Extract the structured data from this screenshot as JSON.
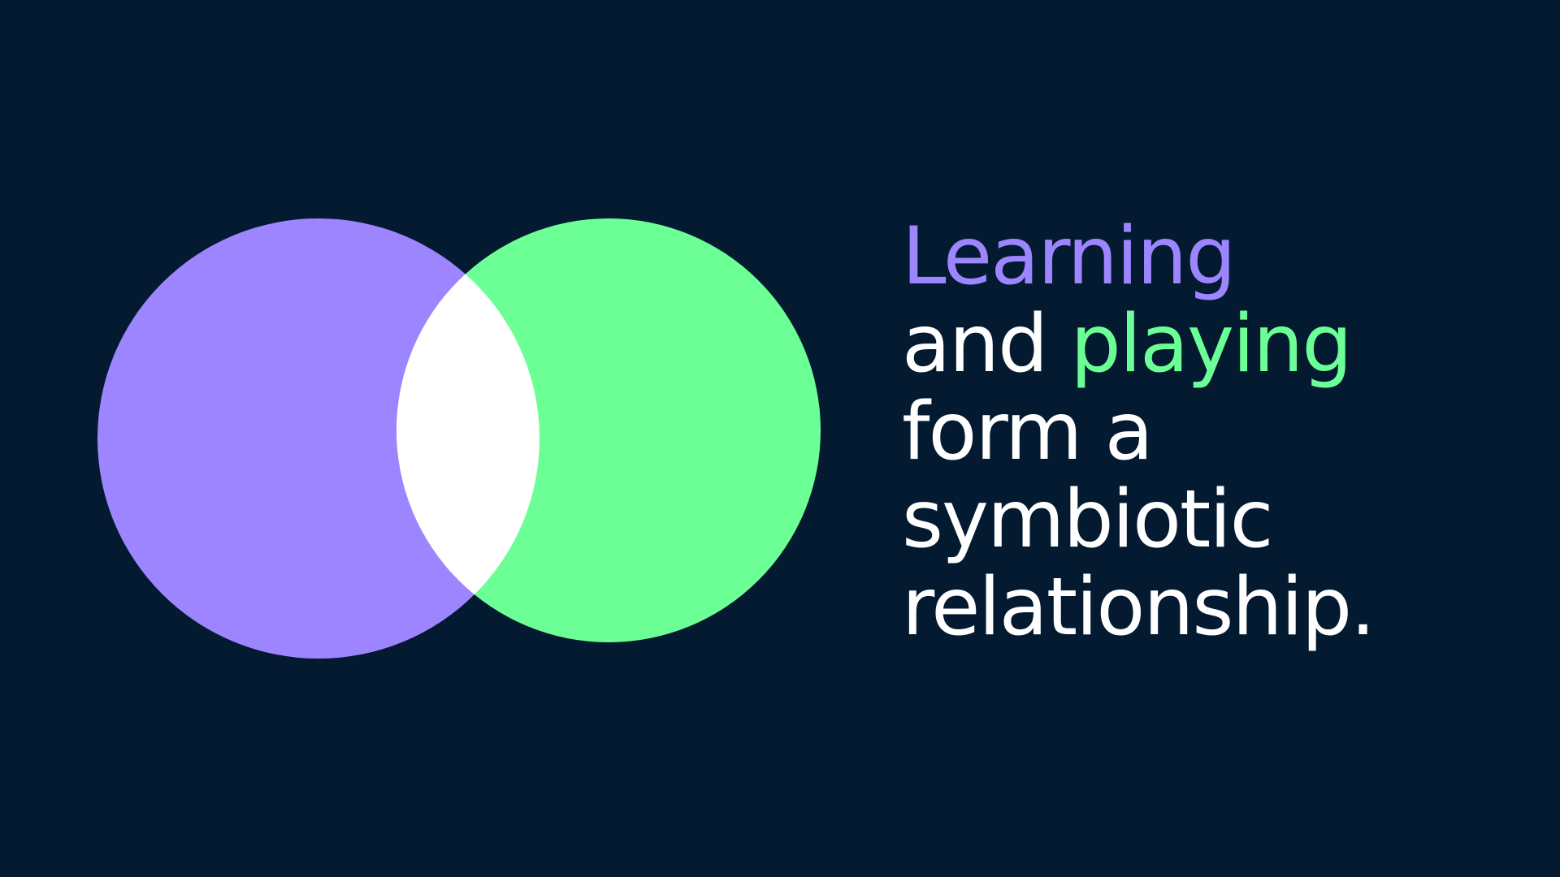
{
  "colors": {
    "background": "#041a31",
    "purple": "#9d85ff",
    "green": "#6cff96",
    "overlap": "#ffffff",
    "text": "#ffffff"
  },
  "diagram": {
    "type": "venn",
    "sets": [
      {
        "color": "#9d85ff"
      },
      {
        "color": "#6cff96"
      }
    ],
    "intersection_color": "#ffffff"
  },
  "headline": {
    "word_learning": "Learning",
    "word_and": "and ",
    "word_playing": "playing",
    "line_3": "form a",
    "line_4": "symbiotic",
    "line_5": "relationship."
  }
}
